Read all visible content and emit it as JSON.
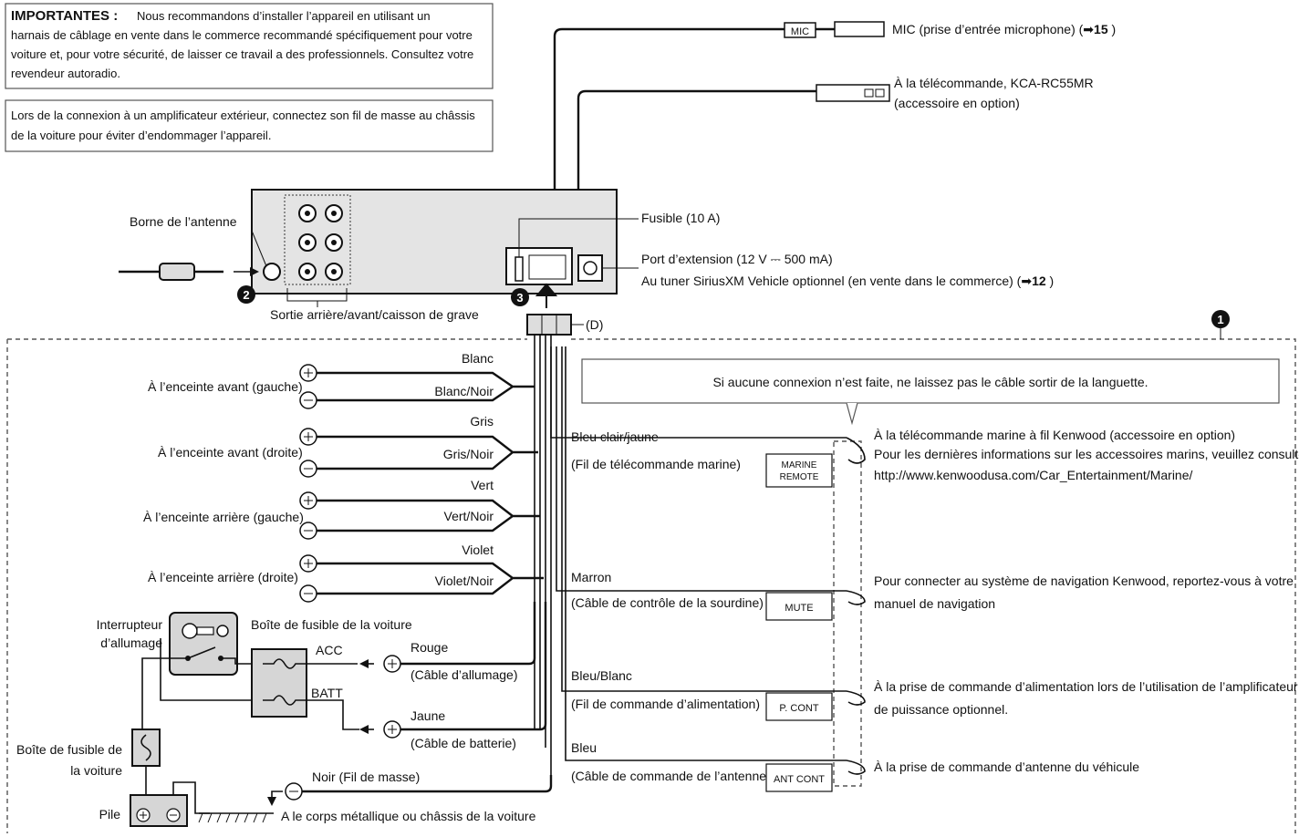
{
  "notes": {
    "important_heading": "IMPORTANTES :",
    "important_line1": "Nous recommandons d’installer l’appareil en utilisant un",
    "important_line2": "harnais de câblage en vente dans le commerce recommandé spécifiquement pour votre",
    "important_line3": "voiture et, pour votre sécurité, de laisser ce travail a des professionnels. Consultez votre",
    "important_line4": "revendeur autoradio.",
    "amp_line1": "Lors de la connexion à un amplificateur extérieur, connectez son fil de masse au châssis",
    "amp_line2": "de la voiture pour éviter d’endommager l’appareil.",
    "tongue_note": "Si aucune connexion n’est faite, ne laissez pas le câble sortir de la languette."
  },
  "unit": {
    "antenna_terminal": "Borne de l’antenne",
    "rear_output": "Sortie arrière/avant/caisson de grave",
    "fuse": "Fusible (10 A)",
    "ext_port": "Port d’extension (12 V ⎓ 500 mA)",
    "siriusxm": "Au tuner SiriusXM Vehicle optionnel (en vente dans le commerce) (",
    "siriusxm_page": "12",
    "siriusxm_end": " )",
    "d_label": "(D)",
    "mic_tag": "MIC",
    "mic_label": "MIC (prise d’entrée microphone) (",
    "mic_page": "15",
    "mic_end": " )",
    "remote_line1": "À la télécommande, KCA-RC55MR",
    "remote_line2": "(accessoire en option)",
    "num2": "2",
    "num3": "3",
    "num1": "1"
  },
  "speakers": [
    {
      "label": "À l’enceinte avant (gauche)",
      "pos": "Blanc",
      "neg": "Blanc/Noir"
    },
    {
      "label": "À l’enceinte avant (droite)",
      "pos": "Gris",
      "neg": "Gris/Noir"
    },
    {
      "label": "À l’enceinte arrière (gauche)",
      "pos": "Vert",
      "neg": "Vert/Noir"
    },
    {
      "label": "À l’enceinte arrière (droite)",
      "pos": "Violet",
      "neg": "Violet/Noir"
    }
  ],
  "power": {
    "ignition_line1": "Interrupteur",
    "ignition_line2": "d’allumage",
    "fuse_box": "Boîte de fusible de la voiture",
    "acc": "ACC",
    "batt": "BATT",
    "red": "Rouge",
    "red_desc": "(Câble d’allumage)",
    "yellow": "Jaune",
    "yellow_desc": "(Câble de batterie)",
    "fuse_box_left_line1": "Boîte de fusible de",
    "fuse_box_left_line2": "la voiture",
    "battery": "Pile",
    "ground_wire": "Noir (Fil de masse)",
    "chassis": "A le corps métallique ou châssis de la voiture"
  },
  "leads": [
    {
      "wire": "Bleu clair/jaune",
      "desc": "(Fil de télécommande marine)",
      "tag1": "MARINE",
      "tag2": "REMOTE",
      "note_line1": "À la télécommande marine à fil Kenwood (accessoire en option)",
      "note_line2": "Pour les dernières informations sur les accessoires marins, veuillez consulter:",
      "note_line3": "http://www.kenwoodusa.com/Car_Entertainment/Marine/"
    },
    {
      "wire": "Marron",
      "desc": "(Câble de contrôle de la sourdine)",
      "tag1": "MUTE",
      "note_line1": "Pour connecter au système de navigation Kenwood, reportez-vous à votre",
      "note_line2": "manuel de navigation"
    },
    {
      "wire": "Bleu/Blanc",
      "desc": "(Fil de commande d’alimentation)",
      "tag1": "P. CONT",
      "note_line1": "À la prise de commande d’alimentation lors de l’utilisation de l’amplificateur",
      "note_line2": "de puissance optionnel."
    },
    {
      "wire": "Bleu",
      "desc": "(Câble de commande de l’antenne)",
      "tag1": "ANT CONT",
      "note_line1": "À la prise de commande d’antenne du véhicule"
    }
  ]
}
